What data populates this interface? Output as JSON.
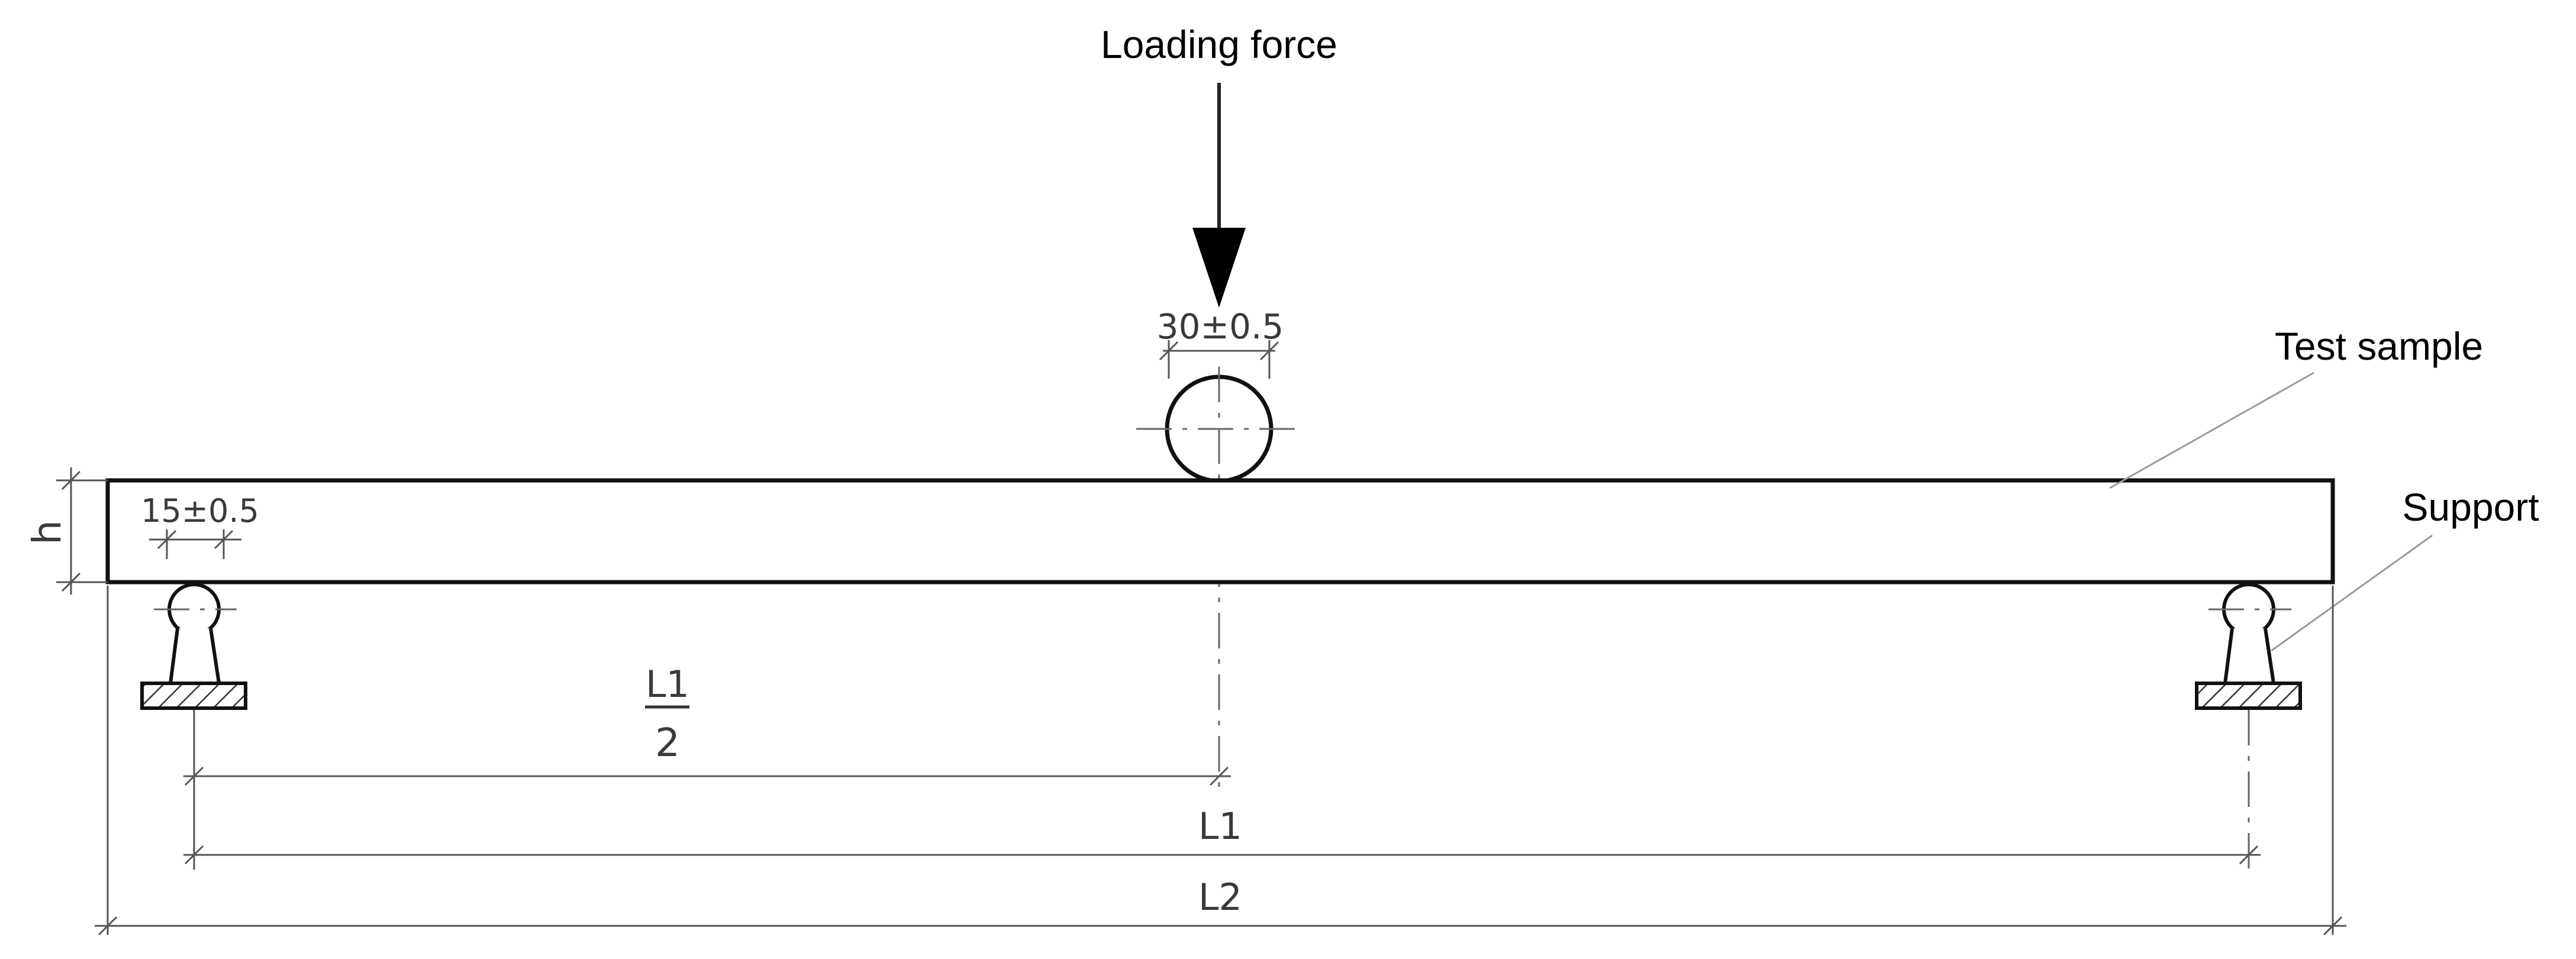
{
  "labels": {
    "loading_force": "Loading force",
    "test_sample": "Test sample",
    "support": "Support"
  },
  "dimensions": {
    "roller_top_diameter": "30±0.5",
    "roller_support_diameter": "15±0.5",
    "height": "h",
    "half_span_numerator": "L1",
    "half_span_denominator": "2",
    "span": "L1",
    "total_length": "L2"
  }
}
